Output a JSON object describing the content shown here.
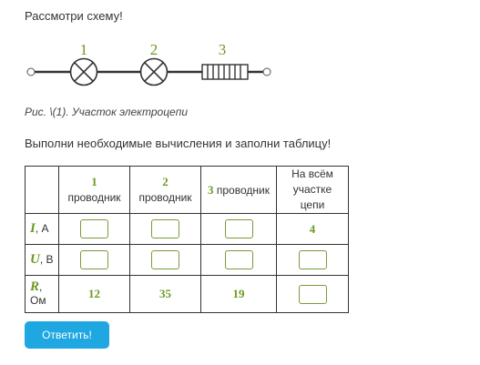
{
  "intro": "Рассмотри схему!",
  "circuit": {
    "labels": [
      "1",
      "2",
      "3"
    ],
    "label_color": "#6a9a1f"
  },
  "caption": "Рис. \\(1). Участок электроцепи",
  "task": "Выполни необходимые вычисления и заполни таблицу!",
  "table": {
    "headers": [
      {
        "num": "1",
        "text": "проводник"
      },
      {
        "num": "2",
        "text": "проводник"
      },
      {
        "num": "3",
        "text": "проводник"
      },
      {
        "num": "",
        "text": "На всём участке цепи"
      }
    ],
    "rows": [
      {
        "symbol": "I",
        "unit": ", А",
        "cells": [
          "",
          "",
          "",
          "4"
        ]
      },
      {
        "symbol": "U",
        "unit": ", В",
        "cells": [
          "",
          "",
          "",
          ""
        ]
      },
      {
        "symbol": "R",
        "unit": ", Ом",
        "cells": [
          "12",
          "35",
          "19",
          ""
        ]
      }
    ]
  },
  "button": {
    "label": "Ответить!"
  },
  "colors": {
    "accent_green": "#6a9a1f",
    "button_blue": "#1ea7e0"
  }
}
